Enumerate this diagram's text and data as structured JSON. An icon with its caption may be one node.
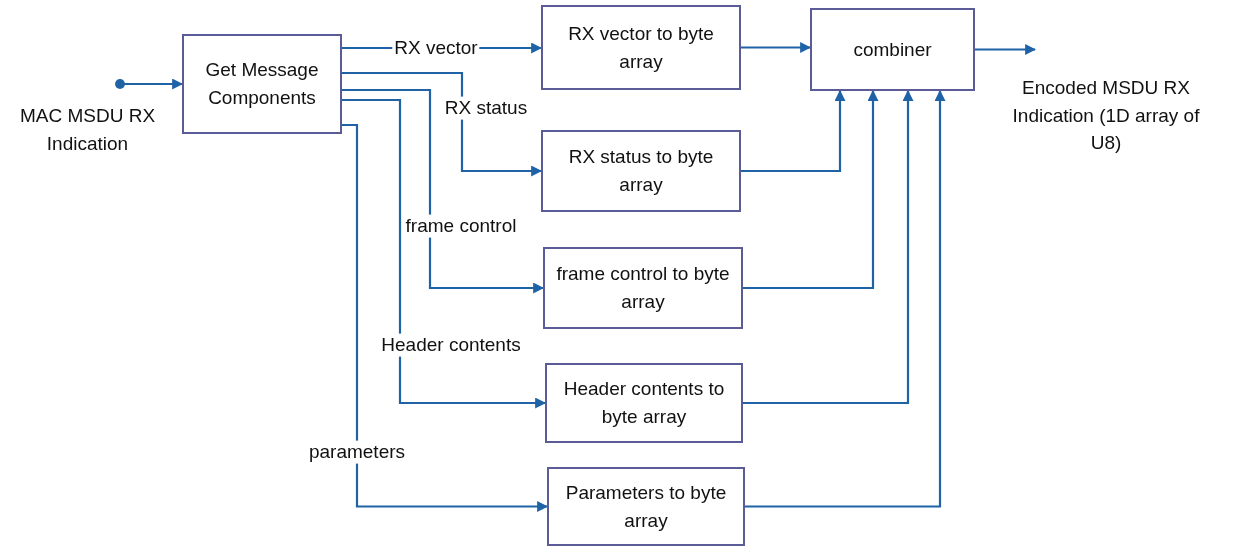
{
  "diagram": {
    "nodes": [
      {
        "text": [
          "Get Message Components"
        ]
      },
      {
        "text": [
          "RX vector to byte array"
        ]
      },
      {
        "text": [
          "RX status to byte array"
        ]
      },
      {
        "text": [
          "frame control to byte array"
        ]
      },
      {
        "text": [
          "Header contents to byte array"
        ]
      },
      {
        "text": [
          "Parameters to byte array"
        ]
      },
      {
        "text": [
          "combiner"
        ]
      }
    ],
    "edges": [
      {
        "from": null,
        "to": 0,
        "arrow": "to"
      },
      {
        "from": 0,
        "to": 1,
        "arrow": "to",
        "label": "RX vector"
      },
      {
        "from": 0,
        "to": 2,
        "arrow": "to",
        "label": "RX status"
      },
      {
        "from": 0,
        "to": 3,
        "arrow": "to",
        "label": "frame control"
      },
      {
        "from": 0,
        "to": 4,
        "arrow": "to",
        "label": "Header contents"
      },
      {
        "from": 0,
        "to": 5,
        "arrow": "to",
        "label": "parameters"
      },
      {
        "from": 1,
        "to": 6,
        "arrow": "to"
      },
      {
        "from": 2,
        "to": 6,
        "arrow": "to"
      },
      {
        "from": 3,
        "to": 6,
        "arrow": "to"
      },
      {
        "from": 4,
        "to": 6,
        "arrow": "to"
      },
      {
        "from": 5,
        "to": 6,
        "arrow": "to"
      },
      {
        "from": 6,
        "to": null,
        "arrow": "to"
      }
    ],
    "labels": [
      "MAC MSDU RX Indication",
      "Encoded MSDU RX Indication (1D array of U8)"
    ]
  }
}
